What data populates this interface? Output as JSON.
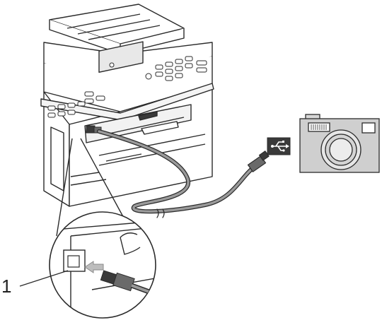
{
  "diagram": {
    "callouts": [
      {
        "id": "1",
        "label": "1",
        "target": "usb-port"
      }
    ],
    "icons": [
      "printer-illustration",
      "usb-cable",
      "usb-symbol-icon",
      "digital-camera-icon",
      "magnified-usb-port",
      "insertion-arrow-icon",
      "usb-plug-icon"
    ],
    "colors": {
      "line": "#2b2b2b",
      "cable": "#8a8a8a",
      "camera_body": "#cfcfcf",
      "usb_badge": "#3a3a3a",
      "arrow": "#bdbdbd"
    }
  }
}
